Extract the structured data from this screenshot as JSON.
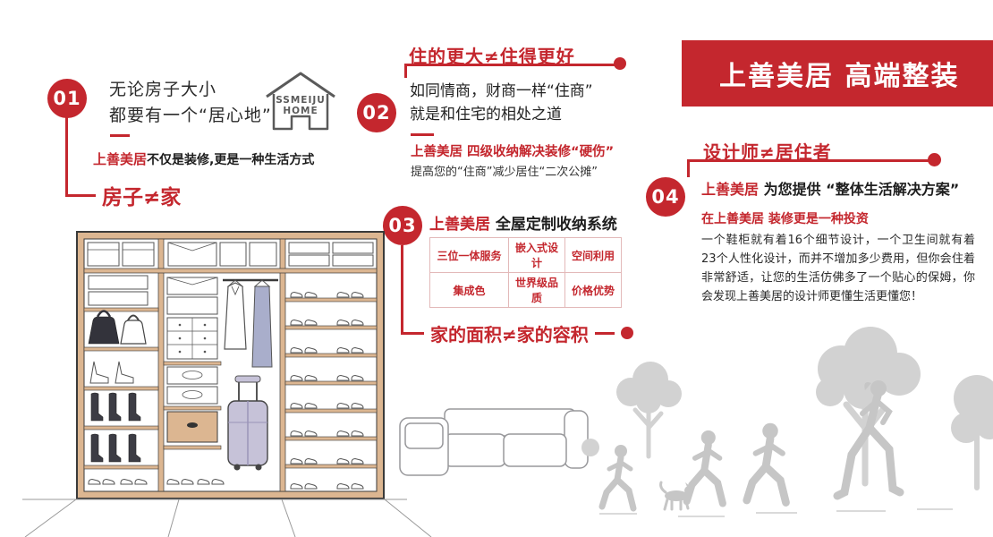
{
  "banner": {
    "title": "上善美居 高端整装"
  },
  "logo": {
    "line1": "SSMEIJU",
    "line2": "HOME"
  },
  "point1": {
    "number": "01",
    "heading_line1": "无论房子大小",
    "heading_line2": "都要有一个“居心地”",
    "brand": "上善美居",
    "slogan": "不仅是装修,更是一种生活方式",
    "tagline": "房子≠家"
  },
  "point2": {
    "number": "02",
    "headline": "住的更大≠住得更好",
    "body_line1": "如同情商，财商一样“住商”",
    "body_line2": "就是和住宅的相处之道",
    "highlight": "上善美居 四级收纳解决装修“硬伤”",
    "note": "提高您的“住商”减少居住“二次公摊”"
  },
  "point3": {
    "number": "03",
    "brand": "上善美居",
    "title": " 全屋定制收纳系统",
    "cells": [
      "三位一体服务",
      "嵌入式设计",
      "空间利用",
      "集成色",
      "世界级品质",
      "价格优势"
    ],
    "tagline": "家的面积≠家的容积"
  },
  "point4": {
    "number": "04",
    "headline": "设计师≠居住者",
    "brand": "上善美居",
    "provide": " 为您提供 ",
    "solution": "“整体生活解决方案”",
    "highlight": "在上善美居 装修更是一种投资",
    "paragraph": "一个鞋柜就有着16个细节设计，一个卫生间就有着23个人性化设计，而并不增加多少费用，但你会住着非常舒适，让您的生活仿佛多了一个贴心的保姆，你会发现上善美居的设计师更懂生活更懂您！"
  },
  "colors": {
    "accent_red": "#c4272e",
    "wood_tan": "#dcb691",
    "silhouette_gray": "#cfcfcf"
  }
}
